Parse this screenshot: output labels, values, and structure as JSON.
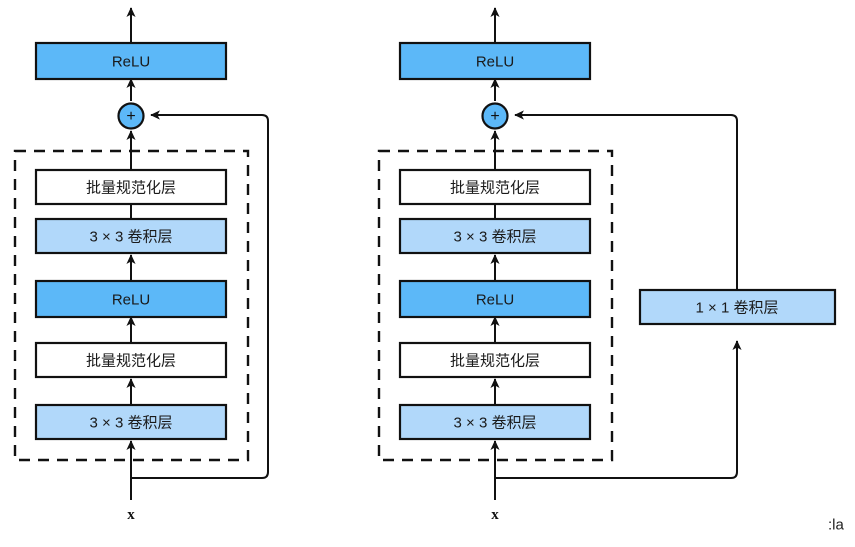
{
  "figure": {
    "title": "",
    "corner_text": ":la",
    "colors": {
      "accent_dark_blue": "#5CB8F8",
      "accent_light_blue": "#B1D8FA",
      "white_fill": "#FFFFFF",
      "stroke": "#111111",
      "background": "#FFFFFF"
    }
  },
  "blocks": {
    "left": {
      "name": "residual-block-identity",
      "input_label": "x",
      "output_relu_label": "ReLU",
      "add_symbol": "+",
      "has_projection_shortcut": false,
      "stack": [
        {
          "label": "3 × 3 卷积层",
          "fill": "#B1D8FA"
        },
        {
          "label": "批量规范化层",
          "fill": "#FFFFFF"
        },
        {
          "label": "ReLU",
          "fill": "#5CB8F8"
        },
        {
          "label": "3 × 3 卷积层",
          "fill": "#B1D8FA"
        },
        {
          "label": "批量规范化层",
          "fill": "#FFFFFF"
        }
      ]
    },
    "right": {
      "name": "residual-block-projection",
      "input_label": "x",
      "output_relu_label": "ReLU",
      "add_symbol": "+",
      "has_projection_shortcut": true,
      "shortcut_label": "1 × 1 卷积层",
      "shortcut_fill": "#B1D8FA",
      "stack": [
        {
          "label": "3 × 3 卷积层",
          "fill": "#B1D8FA"
        },
        {
          "label": "批量规范化层",
          "fill": "#FFFFFF"
        },
        {
          "label": "ReLU",
          "fill": "#5CB8F8"
        },
        {
          "label": "3 × 3 卷积层",
          "fill": "#B1D8FA"
        },
        {
          "label": "批量规范化层",
          "fill": "#FFFFFF"
        }
      ]
    }
  }
}
